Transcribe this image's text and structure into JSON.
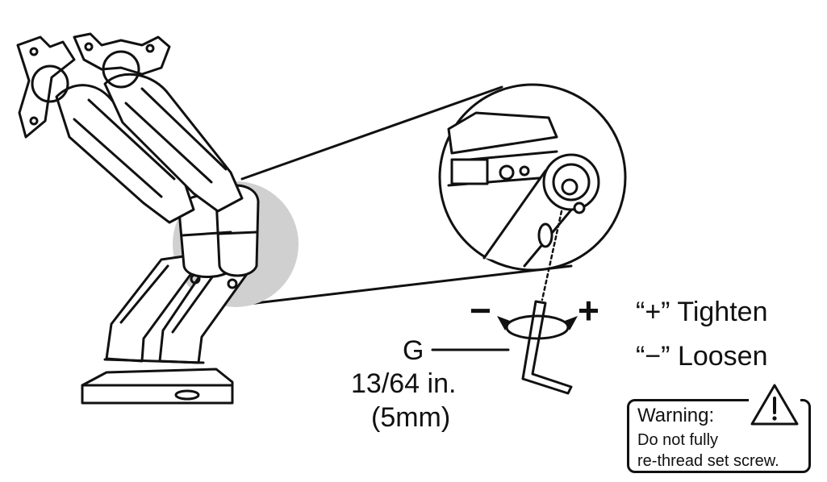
{
  "hex_key": {
    "letter": "G",
    "size_in": "13/64 in.",
    "size_mm": "(5mm)"
  },
  "adjust": {
    "minus_sign": "−",
    "plus_sign": "+"
  },
  "legend": {
    "tighten": "“+” Tighten",
    "loosen": "“−” Loosen"
  },
  "warning": {
    "title": "Warning:",
    "line1": "Do not fully",
    "line2": "re-thread set screw.",
    "icon": "warning-triangle-icon"
  },
  "colors": {
    "ink": "#111111",
    "shade": "#d0d0d0",
    "background": "#ffffff"
  }
}
